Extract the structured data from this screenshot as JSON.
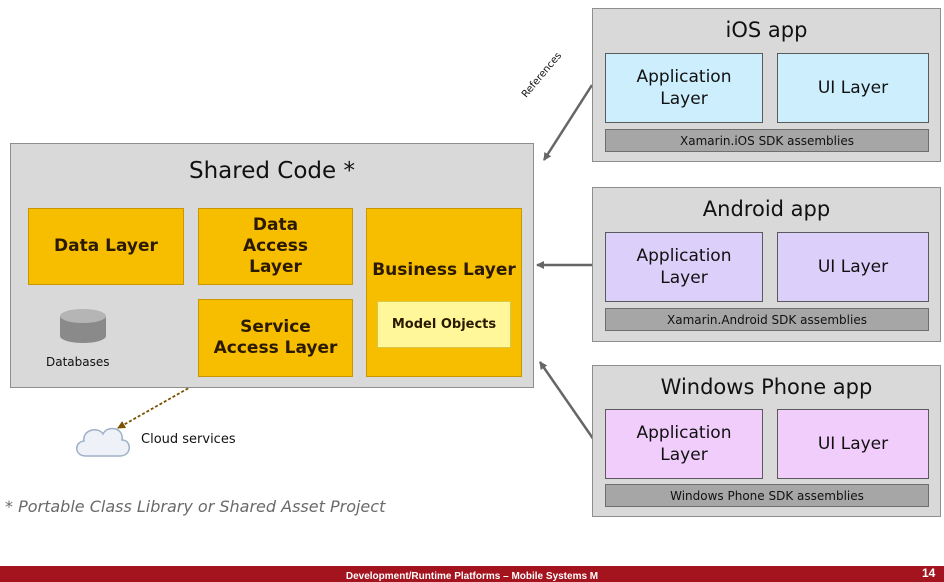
{
  "shared": {
    "title": "Shared Code *",
    "data_layer": "Data Layer",
    "data_access_layer": "Data Access Layer",
    "service_access_layer": "Service Access Layer",
    "business_layer": "Business Layer",
    "model_objects": "Model Objects",
    "databases": "Databases",
    "cloud_services": "Cloud services"
  },
  "references_label": "References",
  "apps": {
    "ios": {
      "title": "iOS app",
      "app_layer": "Application Layer",
      "ui_layer": "UI Layer",
      "sdk": "Xamarin.iOS SDK assemblies",
      "color": "#cdeffd"
    },
    "android": {
      "title": "Android app",
      "app_layer": "Application Layer",
      "ui_layer": "UI Layer",
      "sdk": "Xamarin.Android SDK assemblies",
      "color": "#dcd0fb"
    },
    "windows": {
      "title": "Windows Phone app",
      "app_layer": "Application Layer",
      "ui_layer": "UI Layer",
      "sdk": "Windows Phone SDK assemblies",
      "color": "#f0cdfb"
    }
  },
  "footnote": "* Portable Class Library or Shared Asset Project",
  "footer": {
    "text": "Development/Runtime Platforms – Mobile Systems M",
    "page": "14"
  }
}
